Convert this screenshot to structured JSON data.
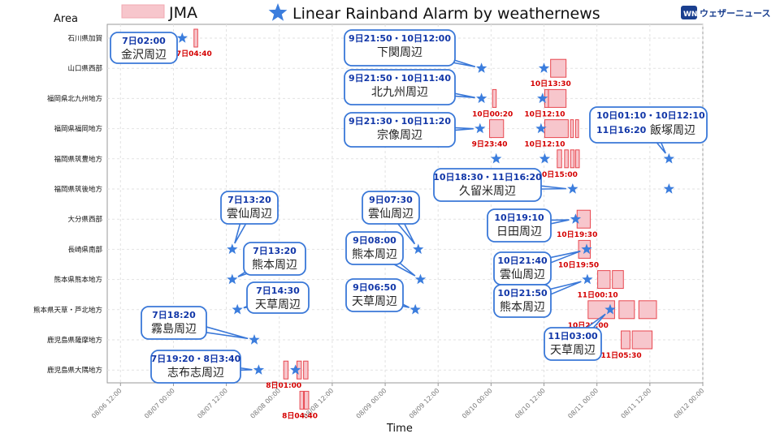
{
  "chart_data": {
    "type": "timeline",
    "ylabel": "Area",
    "xlabel": "Time",
    "legend": [
      {
        "name": "JMA",
        "color": "#f7c6cc"
      },
      {
        "name": "Linear Rainband Alarm by weathernews",
        "color": "#3b7ddd"
      }
    ],
    "brand": "ウェザーニュース",
    "brand_logo_text": "WN",
    "x_ticks": [
      "08/06 12:00",
      "08/07 00:00",
      "08/07 12:00",
      "08/08 00:00",
      "08/08 12:00",
      "08/09 00:00",
      "08/09 12:00",
      "08/10 00:00",
      "08/10 12:00",
      "08/11 00:00",
      "08/11 12:00",
      "08/12 00:00"
    ],
    "xlim": [
      "2021-08-06T09:00",
      "2021-08-12T00:00"
    ],
    "areas": [
      "石川県加賀",
      "山口県西部",
      "福岡県北九州地方",
      "福岡県福岡地方",
      "福岡県筑豊地方",
      "福岡県筑後地方",
      "大分県西部",
      "長崎県南部",
      "熊本県熊本地方",
      "熊本県天草・芦北地方",
      "鹿児島県薩摩地方",
      "鹿児島県大隅地方"
    ],
    "jma_intervals": [
      {
        "area": 0,
        "start": "2021-08-07T04:40",
        "end": "2021-08-07T05:30"
      },
      {
        "area": 1,
        "start": "2021-08-10T13:30",
        "end": "2021-08-10T17:00"
      },
      {
        "area": 2,
        "start": "2021-08-10T00:20",
        "end": "2021-08-10T01:10"
      },
      {
        "area": 2,
        "start": "2021-08-10T12:10",
        "end": "2021-08-10T13:00"
      },
      {
        "area": 2,
        "start": "2021-08-10T13:00",
        "end": "2021-08-10T17:00"
      },
      {
        "area": 3,
        "start": "2021-08-09T23:40",
        "end": "2021-08-10T02:50"
      },
      {
        "area": 3,
        "start": "2021-08-10T12:10",
        "end": "2021-08-10T17:30"
      },
      {
        "area": 3,
        "start": "2021-08-10T18:00",
        "end": "2021-08-10T18:40"
      },
      {
        "area": 3,
        "start": "2021-08-10T19:10",
        "end": "2021-08-10T19:50"
      },
      {
        "area": 4,
        "start": "2021-08-10T15:00",
        "end": "2021-08-10T16:00"
      },
      {
        "area": 4,
        "start": "2021-08-10T16:40",
        "end": "2021-08-10T17:30"
      },
      {
        "area": 4,
        "start": "2021-08-10T18:00",
        "end": "2021-08-10T18:50"
      },
      {
        "area": 4,
        "start": "2021-08-10T19:10",
        "end": "2021-08-10T20:00"
      },
      {
        "area": 6,
        "start": "2021-08-10T19:30",
        "end": "2021-08-10T22:30"
      },
      {
        "area": 7,
        "start": "2021-08-10T19:50",
        "end": "2021-08-10T22:30"
      },
      {
        "area": 8,
        "start": "2021-08-11T00:10",
        "end": "2021-08-11T03:00"
      },
      {
        "area": 8,
        "start": "2021-08-11T03:30",
        "end": "2021-08-11T06:00"
      },
      {
        "area": 9,
        "start": "2021-08-10T22:00",
        "end": "2021-08-11T04:00"
      },
      {
        "area": 9,
        "start": "2021-08-11T05:00",
        "end": "2021-08-11T08:30"
      },
      {
        "area": 9,
        "start": "2021-08-11T09:30",
        "end": "2021-08-11T13:30"
      },
      {
        "area": 10,
        "start": "2021-08-11T05:30",
        "end": "2021-08-11T07:30"
      },
      {
        "area": 10,
        "start": "2021-08-11T08:00",
        "end": "2021-08-11T12:30"
      },
      {
        "area": 11,
        "start": "2021-08-08T01:00",
        "end": "2021-08-08T02:00"
      },
      {
        "area": 11,
        "start": "2021-08-08T04:00",
        "end": "2021-08-08T05:00"
      },
      {
        "area": 11,
        "start": "2021-08-08T05:30",
        "end": "2021-08-08T06:30"
      },
      {
        "area": 12,
        "start": "2021-08-08T04:40",
        "end": "2021-08-08T05:30"
      },
      {
        "area": 12,
        "start": "2021-08-08T05:40",
        "end": "2021-08-08T06:40"
      }
    ],
    "jma_labels": [
      {
        "area": 0,
        "time": "2021-08-07T04:40",
        "text": "7日04:40"
      },
      {
        "area": 1,
        "time": "2021-08-10T13:30",
        "text": "10日13:30"
      },
      {
        "area": 2,
        "time": "2021-08-10T00:20",
        "text": "10日00:20"
      },
      {
        "area": 2,
        "time": "2021-08-10T12:10",
        "text": "10日12:10"
      },
      {
        "area": 3,
        "time": "2021-08-09T23:40",
        "text": "9日23:40"
      },
      {
        "area": 3,
        "time": "2021-08-10T12:10",
        "text": "10日12:10"
      },
      {
        "area": 4,
        "time": "2021-08-10T15:00",
        "text": "10日15:00"
      },
      {
        "area": 6,
        "time": "2021-08-10T19:30",
        "text": "10日19:30"
      },
      {
        "area": 7,
        "time": "2021-08-10T19:50",
        "text": "10日19:50"
      },
      {
        "area": 8,
        "time": "2021-08-11T00:10",
        "text": "11日00:10"
      },
      {
        "area": 9,
        "time": "2021-08-10T22:00",
        "text": "10日22:00"
      },
      {
        "area": 10,
        "time": "2021-08-11T05:30",
        "text": "11日05:30"
      },
      {
        "area": 11,
        "time": "2021-08-08T01:00",
        "text": "8日01:00"
      },
      {
        "area": 12,
        "time": "2021-08-08T04:40",
        "text": "8日04:40"
      }
    ],
    "wn_alarms": [
      {
        "area": 0,
        "time": "2021-08-07T02:00"
      },
      {
        "area": 1,
        "time": "2021-08-09T21:50"
      },
      {
        "area": 1,
        "time": "2021-08-10T12:00"
      },
      {
        "area": 2,
        "time": "2021-08-09T21:50"
      },
      {
        "area": 2,
        "time": "2021-08-10T11:40"
      },
      {
        "area": 3,
        "time": "2021-08-09T21:30"
      },
      {
        "area": 3,
        "time": "2021-08-10T11:20"
      },
      {
        "area": 4,
        "time": "2021-08-10T01:10"
      },
      {
        "area": 4,
        "time": "2021-08-10T12:10"
      },
      {
        "area": 4,
        "time": "2021-08-11T16:20"
      },
      {
        "area": 5,
        "time": "2021-08-10T18:30"
      },
      {
        "area": 5,
        "time": "2021-08-11T16:20"
      },
      {
        "area": 6,
        "time": "2021-08-10T19:10"
      },
      {
        "area": 7,
        "time": "2021-08-07T13:20"
      },
      {
        "area": 7,
        "time": "2021-08-09T07:30"
      },
      {
        "area": 7,
        "time": "2021-08-10T21:40"
      },
      {
        "area": 8,
        "time": "2021-08-07T13:20"
      },
      {
        "area": 8,
        "time": "2021-08-09T08:00"
      },
      {
        "area": 8,
        "time": "2021-08-10T21:50"
      },
      {
        "area": 9,
        "time": "2021-08-07T14:30"
      },
      {
        "area": 9,
        "time": "2021-08-09T06:50"
      },
      {
        "area": 9,
        "time": "2021-08-11T03:00"
      },
      {
        "area": 10,
        "time": "2021-08-07T18:20"
      },
      {
        "area": 11,
        "time": "2021-08-07T19:20"
      },
      {
        "area": 11,
        "time": "2021-08-08T03:40"
      }
    ],
    "callouts": [
      {
        "time": "7日02:00",
        "area": "金沢周辺",
        "row": 0,
        "star_time": "2021-08-07T02:00"
      },
      {
        "time": "9日21:50・10日12:00",
        "area": "下関周辺",
        "row": 1,
        "star_time": "2021-08-09T21:50"
      },
      {
        "time": "9日21:50・10日11:40",
        "area": "北九州周辺",
        "row": 2,
        "star_time": "2021-08-09T21:50"
      },
      {
        "time": "9日21:30・10日11:20",
        "area": "宗像周辺",
        "row": 3,
        "star_time": "2021-08-09T21:30"
      },
      {
        "time": "10日01:10・10日12:10",
        "time2": "11日16:20",
        "area": "飯塚周辺",
        "row": 4,
        "star_time": "2021-08-11T16:20"
      },
      {
        "time": "10日18:30・11日16:20",
        "area": "久留米周辺",
        "row": 5,
        "star_time": "2021-08-10T18:30"
      },
      {
        "time": "10日19:10",
        "area": "日田周辺",
        "row": 6,
        "star_time": "2021-08-10T19:10"
      },
      {
        "time": "7日13:20",
        "area": "雲仙周辺",
        "row": 7,
        "star_time": "2021-08-07T13:20"
      },
      {
        "time": "9日07:30",
        "area": "雲仙周辺",
        "row": 7,
        "star_time": "2021-08-09T07:30"
      },
      {
        "time": "10日21:40",
        "area": "雲仙周辺",
        "row": 7,
        "star_time": "2021-08-10T21:40"
      },
      {
        "time": "7日13:20",
        "area": "熊本周辺",
        "row": 8,
        "star_time": "2021-08-07T13:20"
      },
      {
        "time": "9日08:00",
        "area": "熊本周辺",
        "row": 8,
        "star_time": "2021-08-09T08:00"
      },
      {
        "time": "10日21:50",
        "area": "熊本周辺",
        "row": 8,
        "star_time": "2021-08-10T21:50"
      },
      {
        "time": "7日14:30",
        "area": "天草周辺",
        "row": 9,
        "star_time": "2021-08-07T14:30"
      },
      {
        "time": "9日06:50",
        "area": "天草周辺",
        "row": 9,
        "star_time": "2021-08-09T06:50"
      },
      {
        "time": "11日03:00",
        "area": "天草周辺",
        "row": 9,
        "star_time": "2021-08-11T03:00"
      },
      {
        "time": "7日18:20",
        "area": "霧島周辺",
        "row": 10,
        "star_time": "2021-08-07T18:20"
      },
      {
        "time": "7日19:20・8日3:40",
        "area": "志布志周辺",
        "row": 11,
        "star_time": "2021-08-07T19:20"
      }
    ],
    "grid": true
  }
}
